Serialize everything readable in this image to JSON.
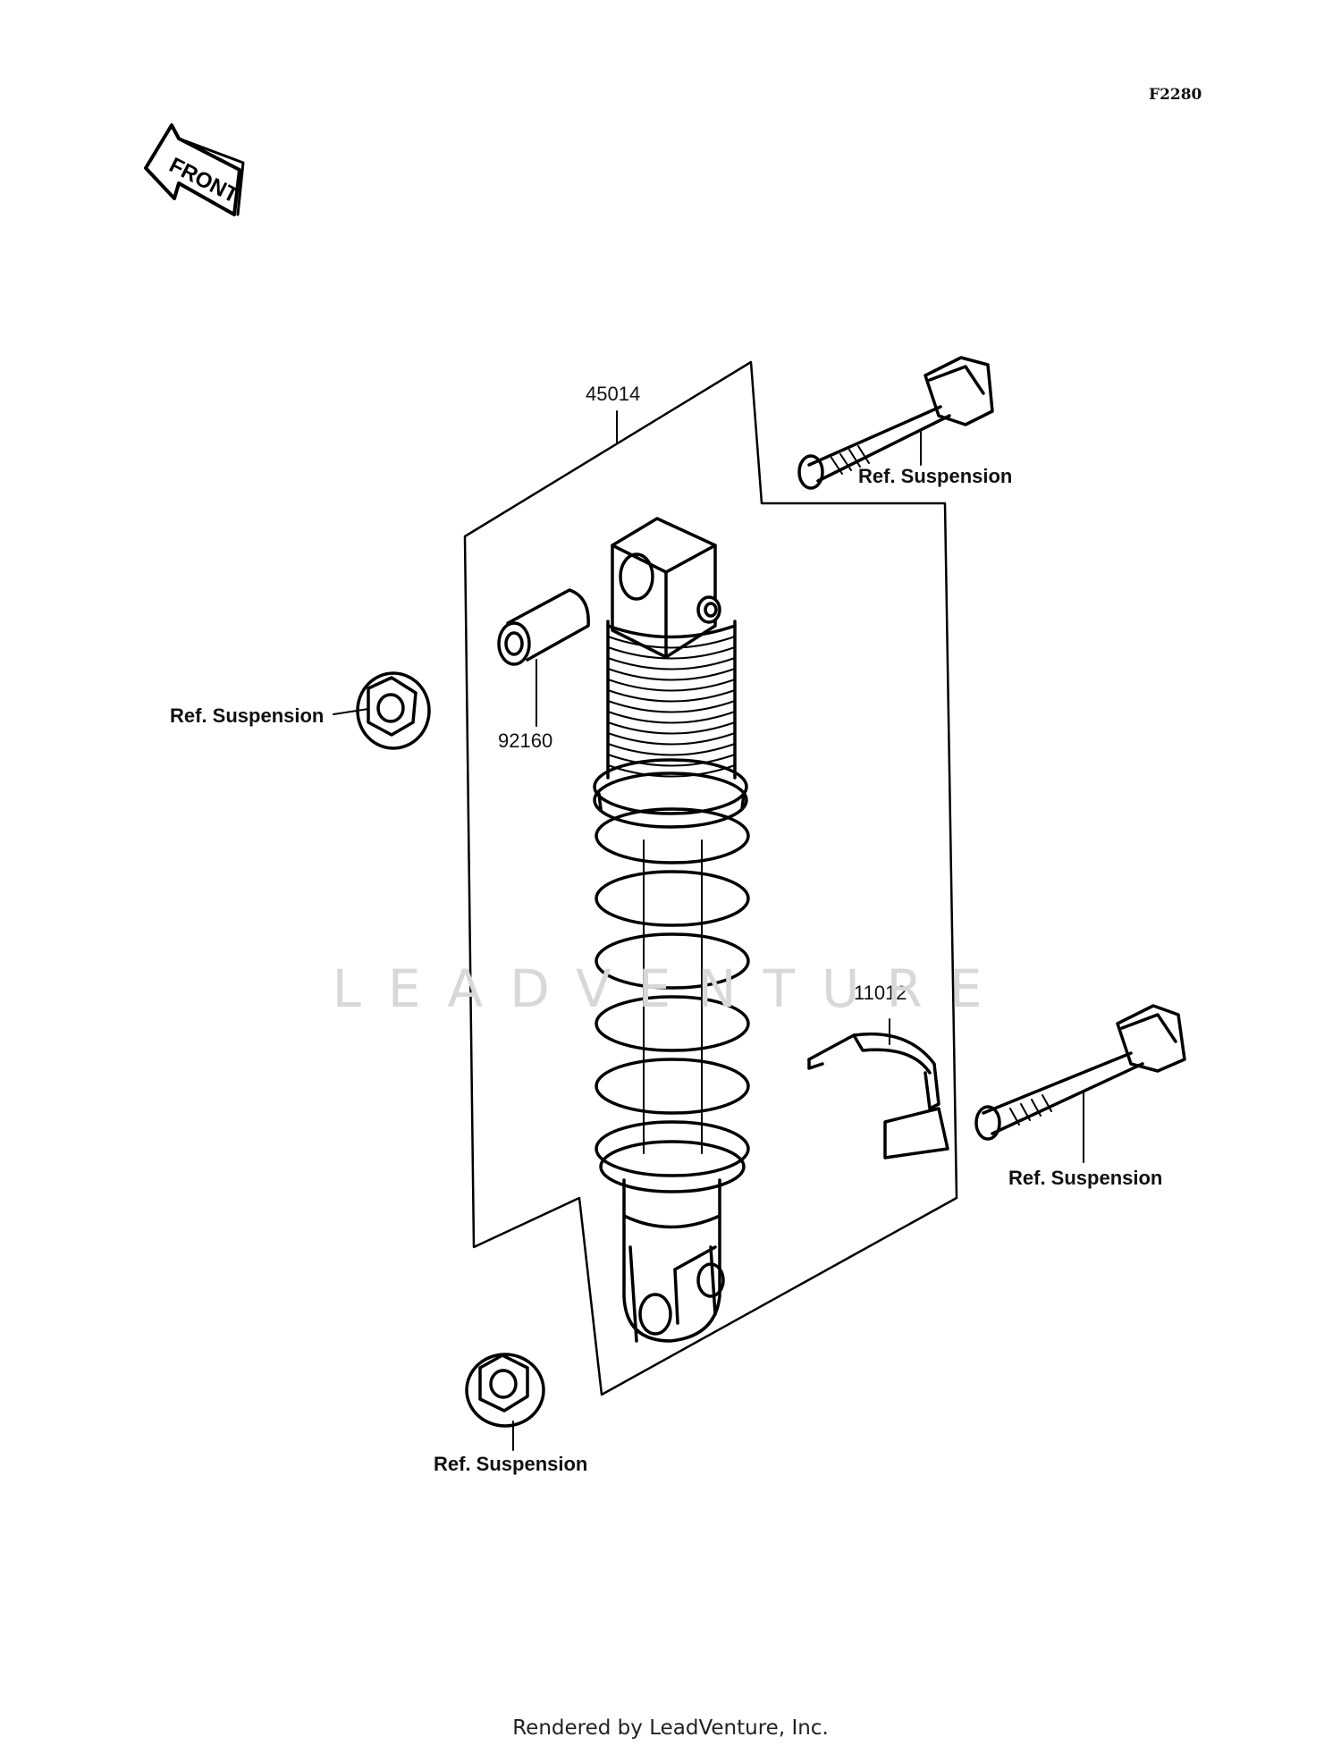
{
  "diagram": {
    "figure_number": "F2280",
    "front_marker": "FRONT",
    "watermark": "LEADVENTURE",
    "callouts": {
      "shock_assembly": "45014",
      "bushing": "92160",
      "clamp": "11012",
      "bolt_top": "Ref. Suspension",
      "nut_left": "Ref. Suspension",
      "bolt_right": "Ref. Suspension",
      "nut_bottom": "Ref. Suspension"
    },
    "footer": "Rendered by LeadVenture, Inc."
  }
}
